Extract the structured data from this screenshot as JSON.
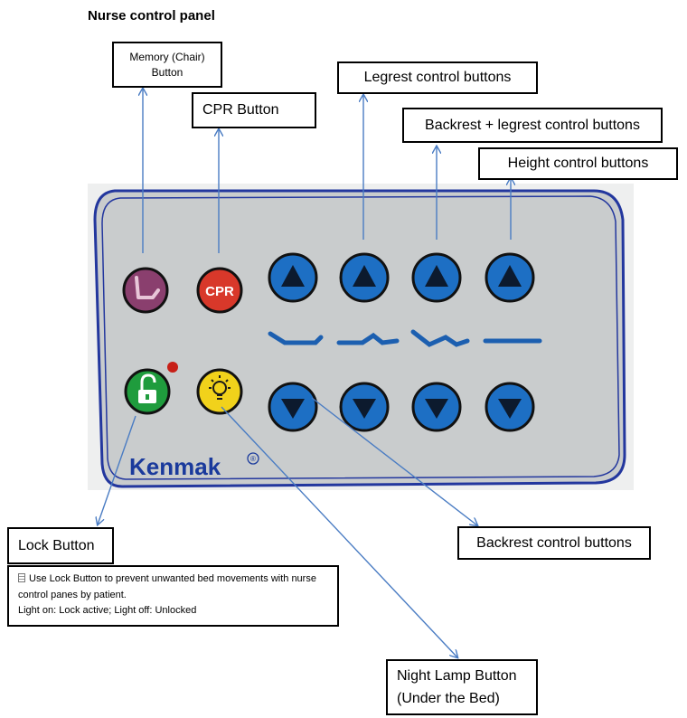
{
  "title": "Nurse control panel",
  "labels": {
    "memory": "Memory (Chair) Button",
    "cpr": "CPR Button",
    "legrest": "Legrest control buttons",
    "backrest_legrest": "Backrest + legrest control buttons",
    "height": "Height control buttons",
    "lock": "Lock Button",
    "lock_note_line1": "Use Lock Button to  prevent unwanted bed movements with nurse control panes by patient.",
    "lock_note_line2": "Light on: Lock active; Light off: Unlocked",
    "backrest": "Backrest control buttons",
    "night_lamp_line1": "Night Lamp Button",
    "night_lamp_line2": "(Under the Bed)"
  },
  "panel": {
    "brand": "Kenmak",
    "brand_mark": "®",
    "cpr_text": "CPR"
  },
  "colors": {
    "arrow": "#4a7cc3",
    "panel_border": "#1f3ea8",
    "up_down_button": "#1d6fc4",
    "cpr_button": "#d8382a",
    "memory_button": "#8a3f6e",
    "lock_button": "#1f9c3d",
    "lamp_button": "#f1d21b",
    "lock_indicator": "#c71f17"
  },
  "icons": {
    "memory": "chair-icon",
    "lock": "unlock-icon",
    "lamp": "light-bulb-icon",
    "up": "triangle-up-icon",
    "down": "triangle-down-icon"
  }
}
